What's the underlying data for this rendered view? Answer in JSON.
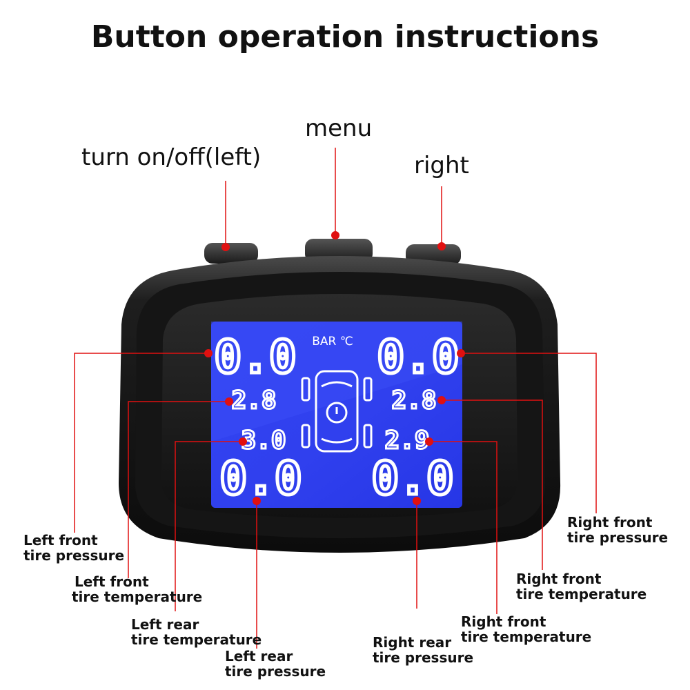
{
  "title": "Button operation instructions",
  "buttons": {
    "power": "turn on/off(left)",
    "menu": "menu",
    "right": "right"
  },
  "display": {
    "units": "BAR  ℃",
    "left_front_pressure": "0.0",
    "right_front_pressure": "0.0",
    "left_front_temperature": "2.8",
    "right_front_temperature": "2.8",
    "left_rear_temperature": "3.0",
    "right_rear_temperature": "2.9",
    "left_rear_pressure": "0.0",
    "right_rear_pressure": "0.0"
  },
  "callouts": {
    "left_front_pressure": [
      "Left front",
      "tire pressure"
    ],
    "left_front_temperature": [
      "Left front",
      "tire temperature"
    ],
    "left_rear_temperature": [
      "Left rear",
      "tire temperature"
    ],
    "left_rear_pressure": [
      "Left rear",
      "tire pressure"
    ],
    "right_rear_pressure": [
      "Right rear",
      "tire pressure"
    ],
    "right_front_temperature_b": [
      "Right front",
      "tire temperature"
    ],
    "right_front_temperature_a": [
      "Right front",
      "tire temperature"
    ],
    "right_front_pressure": [
      "Right front",
      "tire pressure"
    ]
  },
  "colors": {
    "annotation_red": "#e01010",
    "screen_blue": "#2f3df0",
    "device_black": "#1a1a1a"
  }
}
